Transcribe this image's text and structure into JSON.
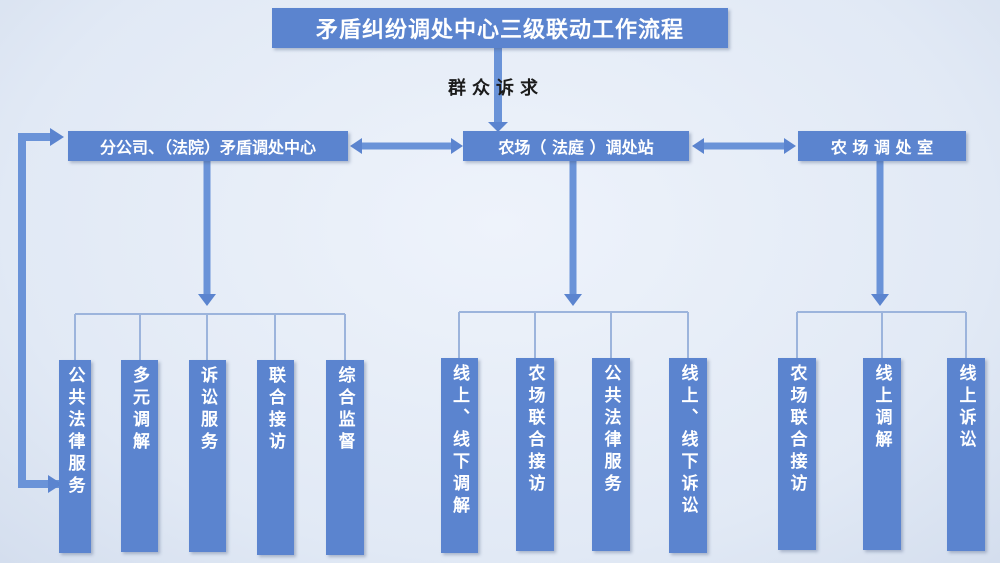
{
  "title": "矛盾纠纷调处中心三级联动工作流程",
  "demand_label": "群众诉求",
  "branches": [
    {
      "label": "分公司、（法院）矛盾调处中心",
      "children": [
        "公共法律服务",
        "多元调解",
        "诉讼服务",
        "联合接访",
        "综合监督"
      ]
    },
    {
      "label": "农场（ 法庭 ）调处站",
      "children": [
        "线上、线下调解",
        "农场联合接访",
        "公共法律服务",
        "线上、线下诉讼"
      ]
    },
    {
      "label": "农 场 调 处 室",
      "children": [
        "农场联合接访",
        "线上调解",
        "线上诉讼"
      ]
    }
  ],
  "colors": {
    "box": "#5b84cf",
    "arrow": "#6a93d8",
    "thin_line": "#9cb4dc",
    "text_dark": "#1b1b1b"
  }
}
